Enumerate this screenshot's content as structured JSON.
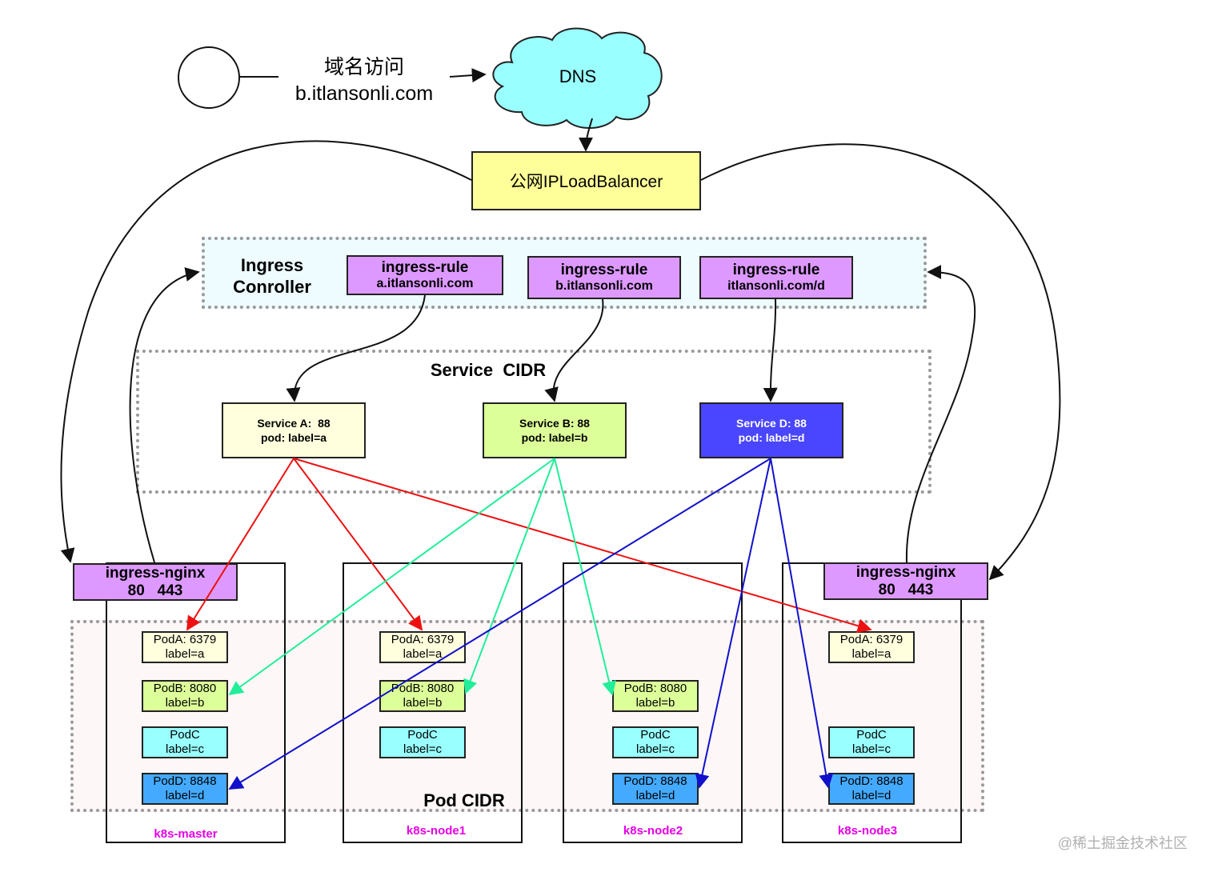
{
  "access": {
    "line1": "域名访问",
    "line2": "b.itlansonli.com"
  },
  "dns": {
    "label": "DNS"
  },
  "lb": {
    "label": "公网IPLoadBalancer"
  },
  "ingress_controller": {
    "line1": "Ingress",
    "line2": "Conroller",
    "rules": [
      {
        "title": "ingress-rule",
        "host": "a.itlansonli.com"
      },
      {
        "title": "ingress-rule",
        "host": "b.itlansonli.com"
      },
      {
        "title": "ingress-rule",
        "host": "itlansonli.com/d"
      }
    ]
  },
  "service_cidr": {
    "label": "Service  CIDR",
    "services": [
      {
        "line1": "Service A:  88",
        "line2": "pod: label=a"
      },
      {
        "line1": "Service B: 88",
        "line2": "pod: label=b"
      },
      {
        "line1": "Service D: 88",
        "line2": "pod: label=d"
      }
    ]
  },
  "ingress_nginx": [
    {
      "line1": "ingress-nginx",
      "line2": "80   443"
    },
    {
      "line1": "ingress-nginx",
      "line2": "80   443"
    }
  ],
  "pod_cidr": {
    "label": "Pod CIDR"
  },
  "nodes": [
    {
      "name": "k8s-master",
      "pods": [
        {
          "line1": "PodA: 6379",
          "line2": "label=a"
        },
        {
          "line1": "PodB: 8080",
          "line2": "label=b"
        },
        {
          "line1": "PodC",
          "line2": "label=c"
        },
        {
          "line1": "PodD: 8848",
          "line2": "label=d"
        }
      ]
    },
    {
      "name": "k8s-node1",
      "pods": [
        {
          "line1": "PodA: 6379",
          "line2": "label=a"
        },
        {
          "line1": "PodB: 8080",
          "line2": "label=b"
        },
        {
          "line1": "PodC",
          "line2": "label=c"
        }
      ]
    },
    {
      "name": "k8s-node2",
      "pods": [
        {
          "line1": "PodB: 8080",
          "line2": "label=b"
        },
        {
          "line1": "PodC",
          "line2": "label=c"
        },
        {
          "line1": "PodD: 8848",
          "line2": "label=d"
        }
      ]
    },
    {
      "name": "k8s-node3",
      "pods": [
        {
          "line1": "PodA: 6379",
          "line2": "label=a"
        },
        {
          "line1": "PodC",
          "line2": "label=c"
        },
        {
          "line1": "PodD: 8848",
          "line2": "label=d"
        }
      ]
    }
  ],
  "watermark": "@稀土掘金技术社区",
  "colors": {
    "lb": "#ffff99",
    "rule": "#dd99ff",
    "ingress_bg": "#eefcff",
    "service_a": "#ffffdd",
    "service_b": "#ddff99",
    "service_d": "#4a46ff",
    "pod_a": "#ffffdd",
    "pod_b": "#ddff99",
    "pod_c": "#99ffff",
    "pod_d": "#44aaff",
    "dns": "#99ffff",
    "arrow_a": "#ee1111",
    "arrow_b": "#22ee99",
    "arrow_d": "#1111cc",
    "node_label": "#e600e6"
  }
}
